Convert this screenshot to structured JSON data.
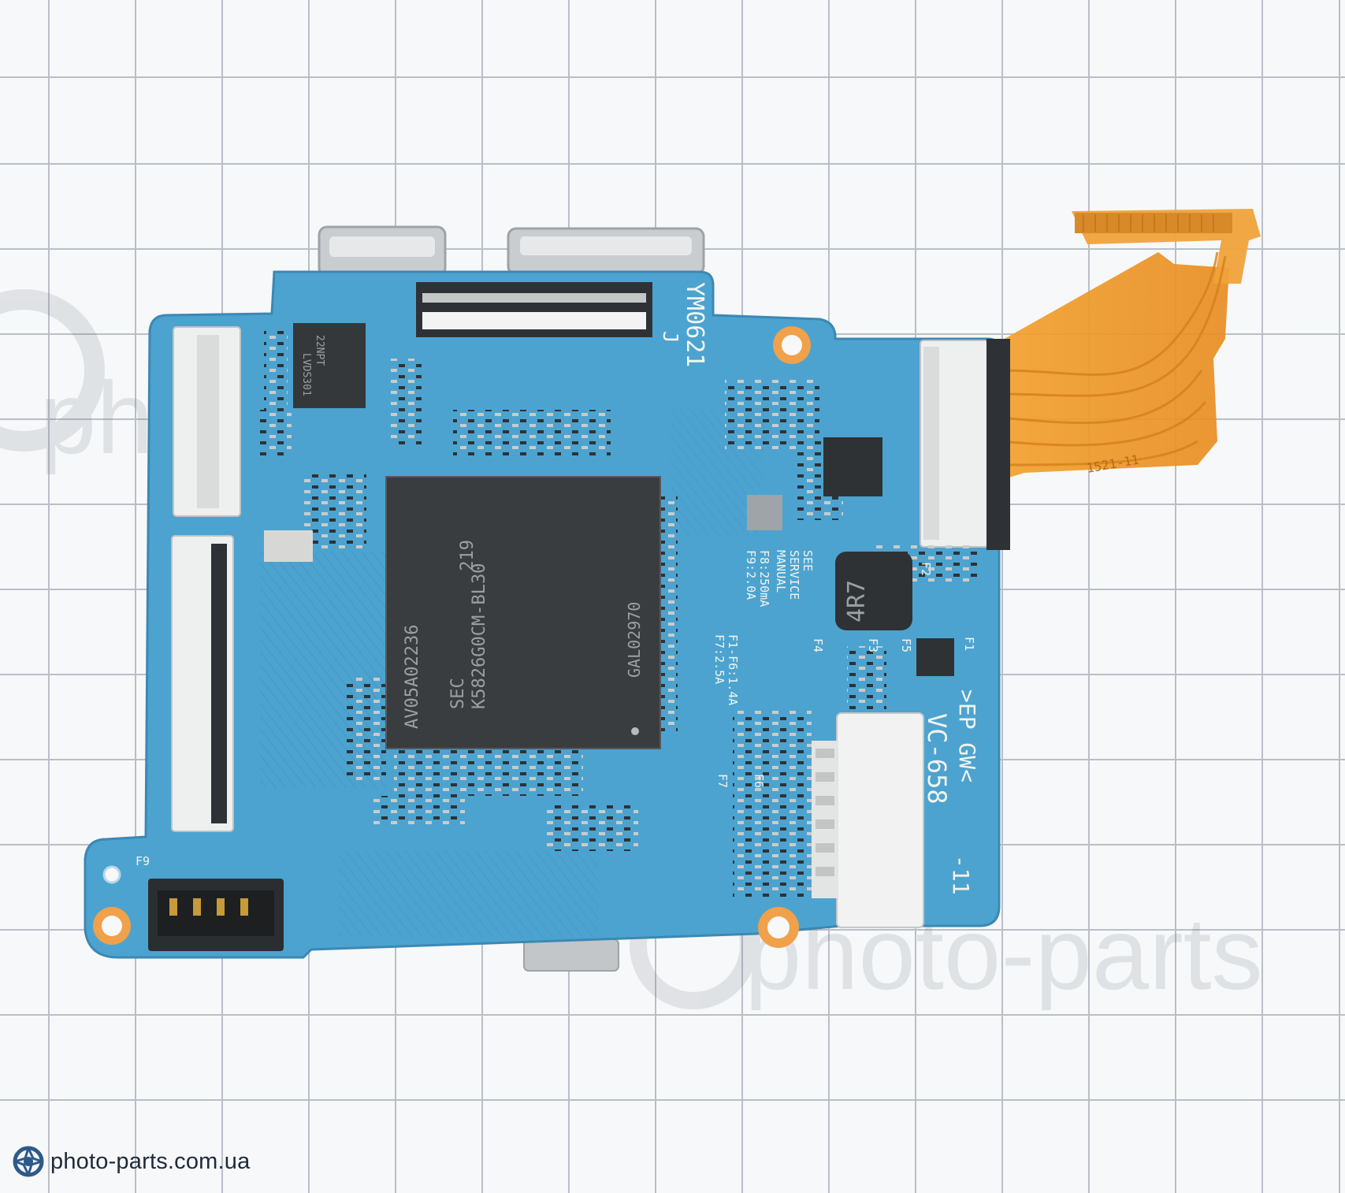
{
  "photo": {
    "subject": "camera main board",
    "colors": {
      "background": "#f7f8f9",
      "grid": "#b9bec8",
      "pcb": "#4da3cf",
      "pcb_dark": "#3f8fbd",
      "flex_cable": "#e8982a",
      "silkscreen": "#f2f4ee",
      "chip": "#3a3d40"
    }
  },
  "board": {
    "model_code": "YM0621",
    "revision": "J",
    "board_name": "VC-658",
    "board_suffix": "-11",
    "eco_mark": ">EP GW<",
    "fuse_note": {
      "line1": "SEE",
      "line2": "SERVICE",
      "line3": "MANUAL",
      "line4": "F8:250mA",
      "line5": "F9:2.0A",
      "line6": "F1-F6:1.4A",
      "line7": "F7:2.5A"
    },
    "fuse_labels": [
      "F1",
      "F2",
      "F3",
      "F4",
      "F5",
      "F6",
      "F7",
      "F9"
    ],
    "flex_marking": "1521-11"
  },
  "chips": {
    "main": {
      "line1": "219",
      "line2": "K5826G0CM-BL30",
      "line3": "SEC",
      "line4": "AV05A02236",
      "line5": "GAL02970"
    },
    "lvds": {
      "line1": "22NPT",
      "line2": "LVDS301"
    },
    "inductor": "4R7"
  },
  "watermark": {
    "text": "photo-parts",
    "text_left": "ph"
  },
  "brand": {
    "label": "photo-parts.com.ua",
    "icon": "camera-aperture-icon"
  }
}
